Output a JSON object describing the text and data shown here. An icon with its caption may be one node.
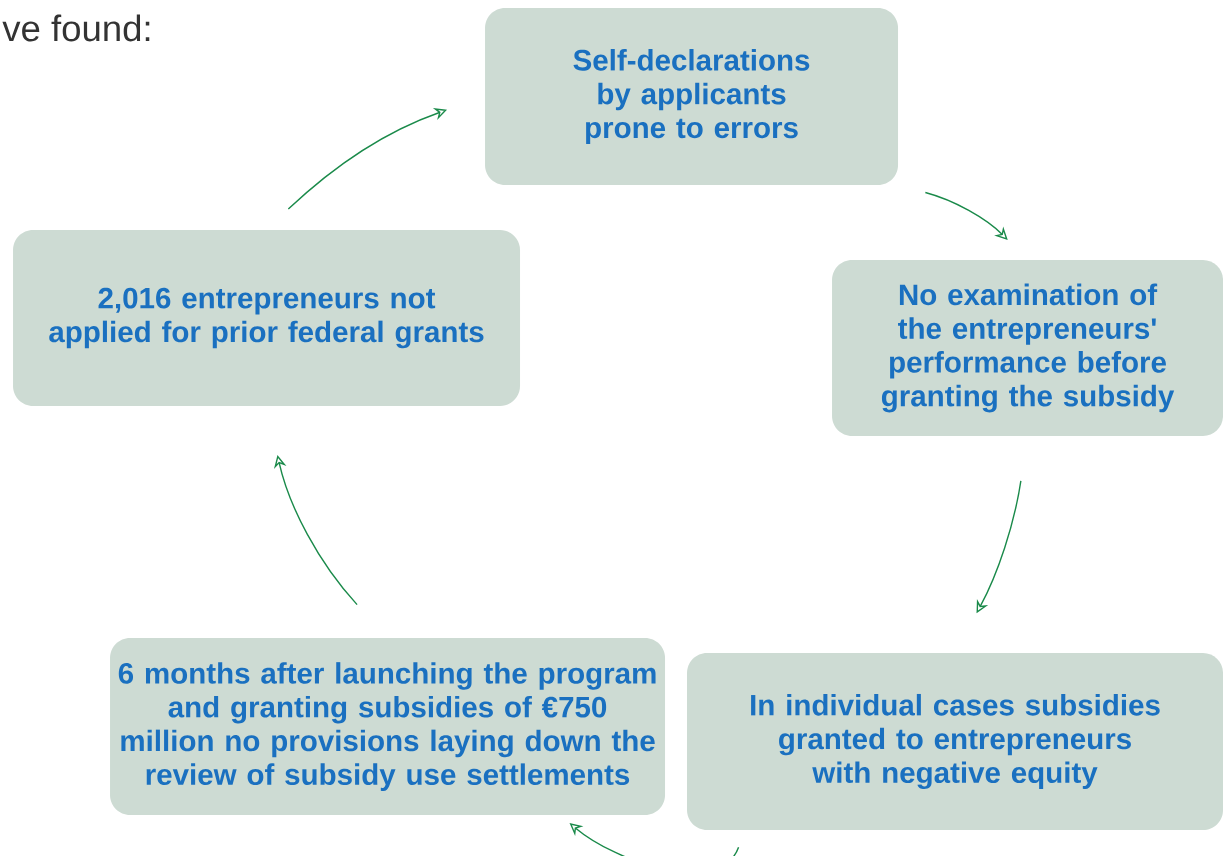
{
  "diagram": {
    "nodes": [
      {
        "text": [
          "Self-declarations by applicants prone to errors"
        ]
      },
      {
        "text": [
          "No examination of the entrepreneurs' performance before granting the subsidy"
        ]
      },
      {
        "text": [
          "In individual cases subsidies granted to entrepreneurs with negative equity"
        ]
      },
      {
        "text": [
          "6 months after launching the program and granting subsidies of €750 million no provisions laying down the review of subsidy use settlements"
        ]
      },
      {
        "text": [
          "2,016 entrepreneurs not applied for prior federal grants"
        ]
      }
    ],
    "edges": [
      {
        "from": 0,
        "to": 1,
        "arrow": "to"
      },
      {
        "from": 1,
        "to": 2,
        "arrow": "to"
      },
      {
        "from": 2,
        "to": 3,
        "arrow": "to"
      },
      {
        "from": 3,
        "to": 4,
        "arrow": "to"
      },
      {
        "from": 4,
        "to": 0,
        "arrow": "to"
      }
    ],
    "labels": [
      "ve found:"
    ]
  }
}
